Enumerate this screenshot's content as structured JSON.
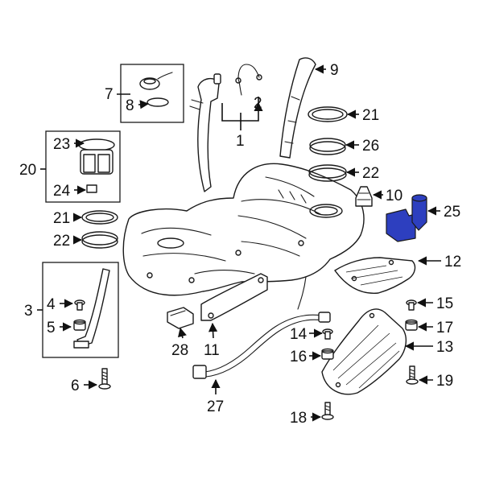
{
  "diagram": {
    "highlight_color": "#2d3fbf",
    "callouts": {
      "c1": "1",
      "c2": "2",
      "c3": "3",
      "c4": "4",
      "c5": "5",
      "c6": "6",
      "c7": "7",
      "c8": "8",
      "c9": "9",
      "c10": "10",
      "c11": "11",
      "c12": "12",
      "c13": "13",
      "c14": "14",
      "c15": "15",
      "c16": "16",
      "c17": "17",
      "c18": "18",
      "c19": "19",
      "c20": "20",
      "c21a": "21",
      "c21b": "21",
      "c22a": "22",
      "c22b": "22",
      "c23": "23",
      "c24": "24",
      "c25": "25",
      "c26": "26",
      "c27": "27",
      "c28": "28"
    }
  }
}
